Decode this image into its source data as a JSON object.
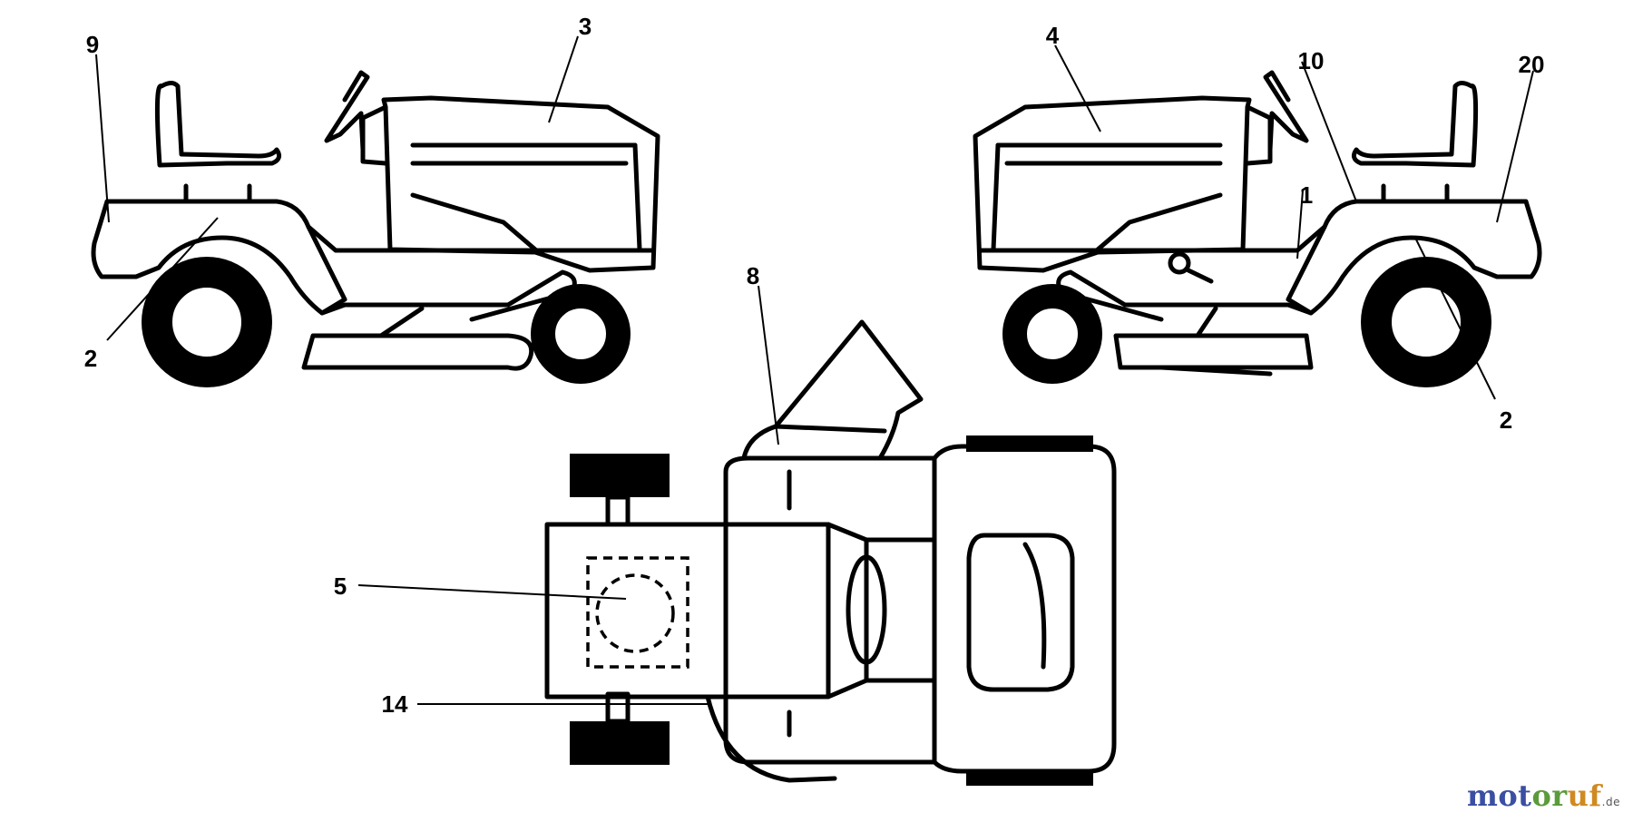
{
  "callouts": {
    "c1": "1",
    "c2_left": "2",
    "c2_right": "2",
    "c3": "3",
    "c4": "4",
    "c5": "5",
    "c8": "8",
    "c9": "9",
    "c10": "10",
    "c14": "14",
    "c20": "20"
  },
  "watermark": {
    "part1": "mot",
    "part2": "or",
    "part3": "uf",
    "domain": ".de"
  }
}
